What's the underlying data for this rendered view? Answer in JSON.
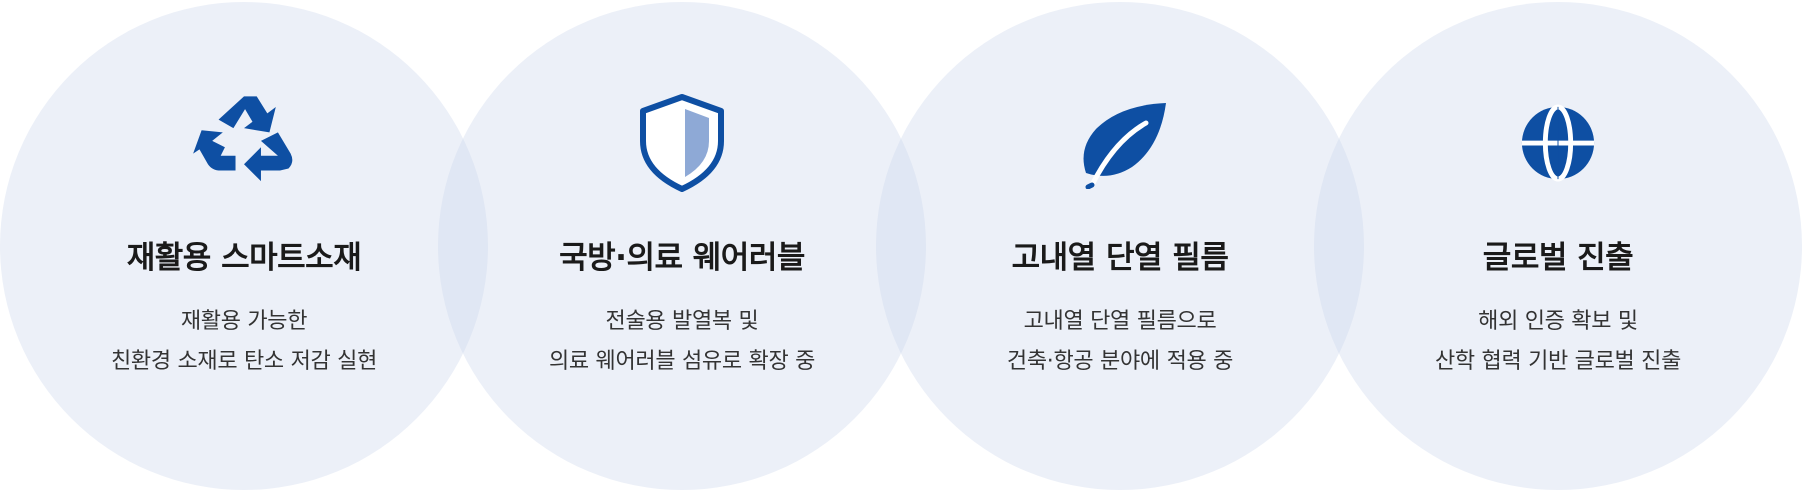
{
  "colors": {
    "accent": "#0e4fa3",
    "accent_light": "#8ea9d6",
    "circle_fill": "#e6ebf5",
    "title_text": "#1a1a1a",
    "desc_text": "#333333"
  },
  "features": [
    {
      "icon": "recycle-icon",
      "title": "재활용 스마트소재",
      "desc_line1": "재활용 가능한",
      "desc_line2": "친환경 소재로 탄소 저감 실현"
    },
    {
      "icon": "shield-icon",
      "title": "국방·의료 웨어러블",
      "desc_line1": "전술용 발열복 및",
      "desc_line2": "의료 웨어러블 섬유로 확장 중"
    },
    {
      "icon": "leaf-icon",
      "title": "고내열 단열 필름",
      "desc_line1": "고내열 단열 필름으로",
      "desc_line2": "건축·항공 분야에 적용 중"
    },
    {
      "icon": "globe-icon",
      "title": "글로벌 진출",
      "desc_line1": "해외 인증 확보 및",
      "desc_line2": "산학 협력 기반 글로벌 진출"
    }
  ]
}
